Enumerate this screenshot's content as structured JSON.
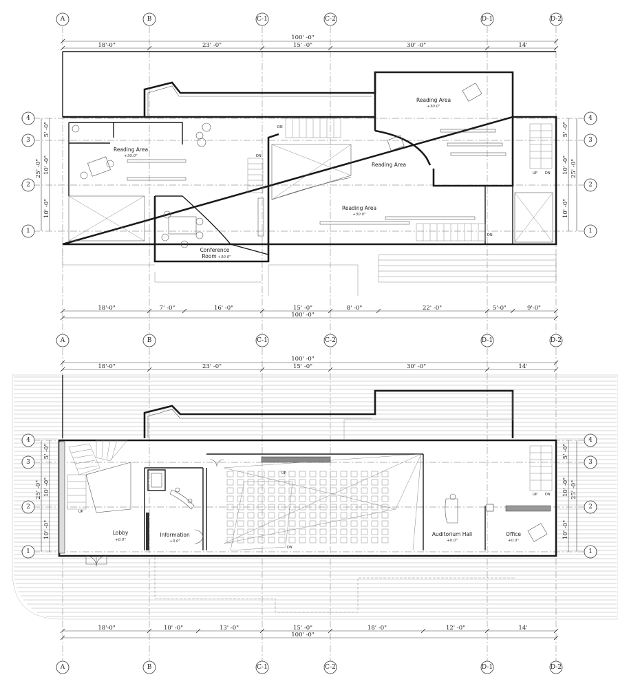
{
  "column_grid": [
    "A",
    "B",
    "C-1",
    "C-2",
    "D-1",
    "D-2"
  ],
  "row_grid": [
    "4",
    "3",
    "2",
    "1"
  ],
  "upper_plan": {
    "top_overall": "100' -0\"",
    "top_dims": [
      "18'-0\"",
      "23' -0\"",
      "15' -0\"",
      "30' -0\"",
      "14'"
    ],
    "bottom_dims": [
      "18'-0\"",
      "7' -0\"",
      "16' -0\"",
      "15' -0\"",
      "8' -0\"",
      "22' -0\"",
      "5'-0\"",
      "9'-0\""
    ],
    "bottom_overall": "100' -0\"",
    "left_overall": "25' -0\"",
    "left_dims": [
      "5' -0\"",
      "10' -0\"",
      "10' -0\""
    ],
    "right_overall": "25' -0\"",
    "right_dims": [
      "5' -0\"",
      "10' -0\"",
      "10' -0\""
    ],
    "rooms": [
      {
        "name": "Reading Area",
        "elev": "+30.0\""
      },
      {
        "name": "Reading Area",
        "elev": "+30.0\""
      },
      {
        "name": "Reading Area",
        "elev": ""
      },
      {
        "name": "Reading Area",
        "elev": "+30.0\""
      },
      {
        "name": "Conference",
        "name2": "Room",
        "elev": "+30.0\""
      }
    ],
    "stair_labels": [
      "DN",
      "DN",
      "DN",
      "UP",
      "DN"
    ]
  },
  "lower_plan": {
    "top_overall": "100' -0\"",
    "top_dims": [
      "18'-0\"",
      "23' -0\"",
      "15' -0\"",
      "30' -0\"",
      "14'"
    ],
    "bottom_dims": [
      "18'-0\"",
      "10' -0\"",
      "13' -0\"",
      "15' -0\"",
      "18' -0\"",
      "12' -0\"",
      "14'"
    ],
    "bottom_overall": "100' -0\"",
    "left_overall": "25' -0\"",
    "left_dims": [
      "5' -0\"",
      "10' -0\"",
      "10' -0\""
    ],
    "right_overall": "25' -0\"",
    "right_dims": [
      "5' -0\"",
      "10' -0\"",
      "10' -0\""
    ],
    "rooms": [
      {
        "name": "Lobby",
        "elev": "+0.0\""
      },
      {
        "name": "Information",
        "elev": "+0.0\""
      },
      {
        "name": "Auditorium Hall",
        "elev": "+0.0\""
      },
      {
        "name": "Office",
        "elev": "+0.0\""
      }
    ],
    "stair_labels": [
      "UP",
      "UP",
      "DN",
      "UP",
      "DN"
    ]
  }
}
